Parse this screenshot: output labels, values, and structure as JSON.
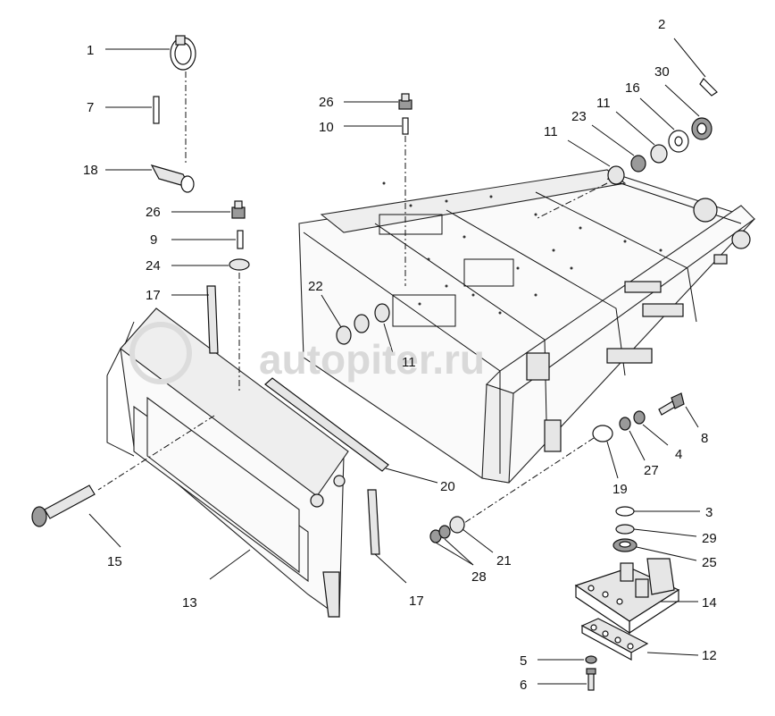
{
  "watermark": "autopiter.ru",
  "callouts": [
    {
      "id": "c1",
      "text": "1"
    },
    {
      "id": "c7",
      "text": "7"
    },
    {
      "id": "c18",
      "text": "18"
    },
    {
      "id": "c26a",
      "text": "26"
    },
    {
      "id": "c9",
      "text": "9"
    },
    {
      "id": "c24",
      "text": "24"
    },
    {
      "id": "c17a",
      "text": "17"
    },
    {
      "id": "c15",
      "text": "15"
    },
    {
      "id": "c13",
      "text": "13"
    },
    {
      "id": "c26b",
      "text": "26"
    },
    {
      "id": "c10",
      "text": "10"
    },
    {
      "id": "c22",
      "text": "22"
    },
    {
      "id": "c11a",
      "text": "11"
    },
    {
      "id": "c20",
      "text": "20"
    },
    {
      "id": "c17b",
      "text": "17"
    },
    {
      "id": "c28",
      "text": "28"
    },
    {
      "id": "c21",
      "text": "21"
    },
    {
      "id": "c2",
      "text": "2"
    },
    {
      "id": "c30",
      "text": "30"
    },
    {
      "id": "c16",
      "text": "16"
    },
    {
      "id": "c11b",
      "text": "11"
    },
    {
      "id": "c23",
      "text": "23"
    },
    {
      "id": "c11c",
      "text": "11"
    },
    {
      "id": "c8",
      "text": "8"
    },
    {
      "id": "c4",
      "text": "4"
    },
    {
      "id": "c27",
      "text": "27"
    },
    {
      "id": "c19",
      "text": "19"
    },
    {
      "id": "c3",
      "text": "3"
    },
    {
      "id": "c29",
      "text": "29"
    },
    {
      "id": "c25",
      "text": "25"
    },
    {
      "id": "c14",
      "text": "14"
    },
    {
      "id": "c12",
      "text": "12"
    },
    {
      "id": "c5",
      "text": "5"
    },
    {
      "id": "c6",
      "text": "6"
    }
  ]
}
